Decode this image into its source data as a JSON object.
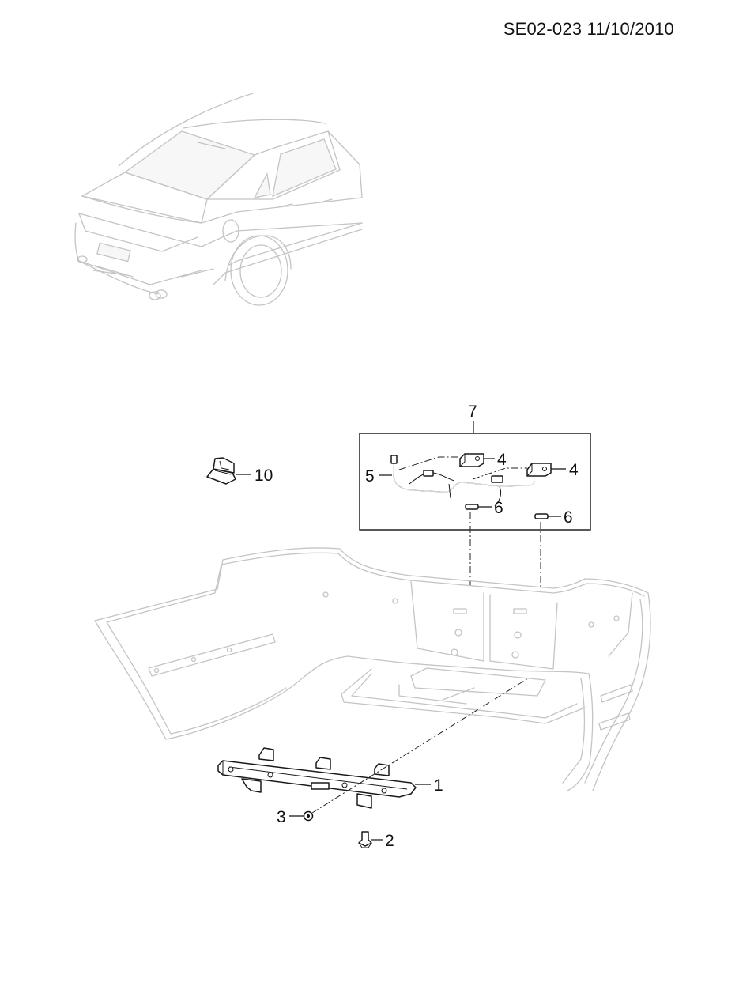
{
  "document": {
    "code": "SE02-023 11/10/2010"
  },
  "callouts": [
    {
      "id": "1",
      "label": "1"
    },
    {
      "id": "2",
      "label": "2"
    },
    {
      "id": "3",
      "label": "3"
    },
    {
      "id": "4a",
      "label": "4"
    },
    {
      "id": "4b",
      "label": "4"
    },
    {
      "id": "5",
      "label": "5"
    },
    {
      "id": "6a",
      "label": "6"
    },
    {
      "id": "6b",
      "label": "6"
    },
    {
      "id": "7",
      "label": "7"
    },
    {
      "id": "10",
      "label": "10"
    }
  ]
}
